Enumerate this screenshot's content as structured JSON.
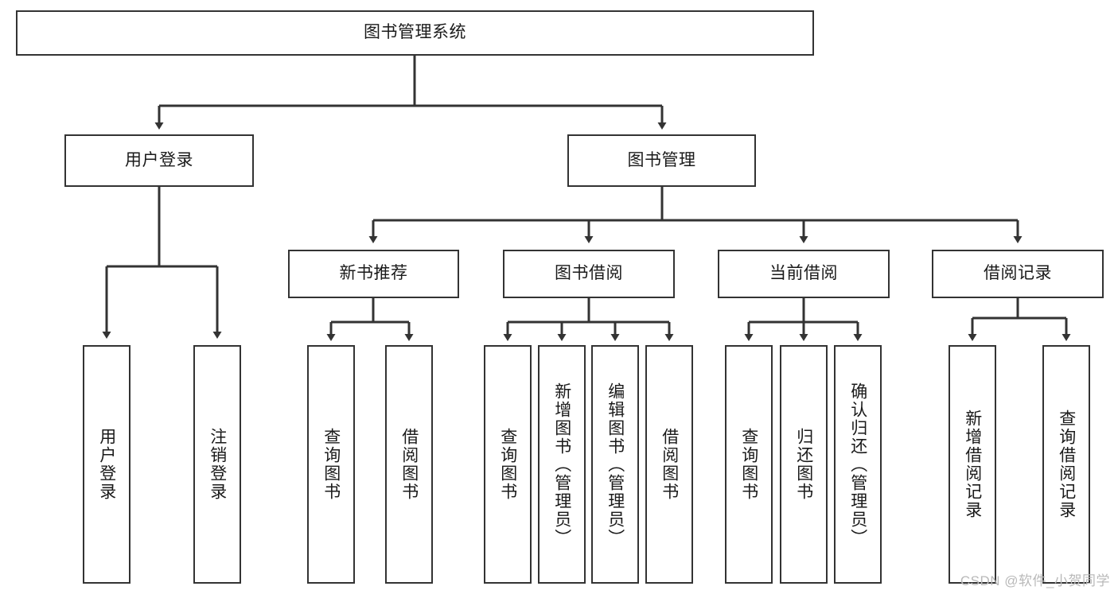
{
  "diagram": {
    "title": "图书管理系统",
    "type": "function-structure-tree",
    "stroke_color": "#333333",
    "background_color": "#ffffff",
    "text_color": "#1a1a1a"
  },
  "nodes": {
    "root": {
      "label": "图书管理系统",
      "level": 1
    },
    "level2": [
      {
        "id": "user-login",
        "label": "用户登录"
      },
      {
        "id": "book-manage",
        "label": "图书管理"
      }
    ],
    "level3": [
      {
        "id": "new-book-recommend",
        "label": "新书推荐"
      },
      {
        "id": "book-borrow",
        "label": "图书借阅"
      },
      {
        "id": "current-borrow",
        "label": "当前借阅"
      },
      {
        "id": "borrow-record",
        "label": "借阅记录"
      }
    ],
    "leaves": {
      "user-login": [
        {
          "id": "leaf-user-login",
          "label": "用户登录"
        },
        {
          "id": "leaf-user-logout",
          "label": "注销登录"
        }
      ],
      "new-book-recommend": [
        {
          "id": "leaf-query-book-1",
          "label": "查询图书"
        },
        {
          "id": "leaf-borrow-book-1",
          "label": "借阅图书"
        }
      ],
      "book-borrow": [
        {
          "id": "leaf-query-book-2",
          "label": "查询图书"
        },
        {
          "id": "leaf-add-book",
          "label": "新增图书（管理员）"
        },
        {
          "id": "leaf-edit-book",
          "label": "编辑图书（管理员）"
        },
        {
          "id": "leaf-borrow-book-2",
          "label": "借阅图书"
        }
      ],
      "current-borrow": [
        {
          "id": "leaf-query-book-3",
          "label": "查询图书"
        },
        {
          "id": "leaf-return-book",
          "label": "归还图书"
        },
        {
          "id": "leaf-confirm-return",
          "label": "确认归还（管理员）"
        }
      ],
      "borrow-record": [
        {
          "id": "leaf-add-record",
          "label": "新增借阅记录"
        },
        {
          "id": "leaf-query-record",
          "label": "查询借阅记录"
        }
      ]
    }
  },
  "watermark": {
    "text": "CSDN @软件_小贺同学"
  }
}
